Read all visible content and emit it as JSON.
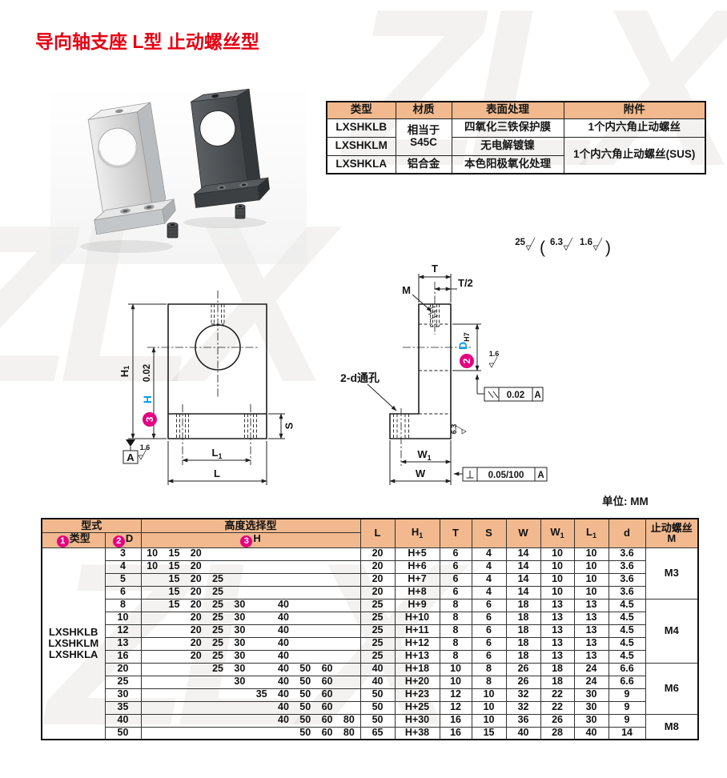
{
  "page": {
    "title": "导向轴支座 L型 止动螺丝型",
    "unit_note": "单位: MM",
    "watermark": "ZLX"
  },
  "spec_table": {
    "headers": {
      "type": "类型",
      "material": "材质",
      "surface": "表面处理",
      "accessory": "附件"
    },
    "types": [
      "LXSHKLB",
      "LXSHKLM",
      "LXSHKLA"
    ],
    "material_steel": "相当于\nS45C",
    "material_alu": "铝合金",
    "surfaces": [
      "四氧化三铁保护膜",
      "无电解镀镍",
      "本色阳极氧化处理"
    ],
    "accessory_1": "1个内六角止动螺丝",
    "accessory_2": "1个内六角止动螺丝(SUS)"
  },
  "drawing": {
    "front": {
      "h1_main": "H",
      "h1_sub": "1",
      "tol": "0.02",
      "h_label": "H",
      "badge3": "3",
      "s_label": "S",
      "l1_main": "L",
      "l1_sub": "1",
      "l_label": "L",
      "datum": "A",
      "rough": "1.6"
    },
    "side": {
      "t_label": "T",
      "t_half": "T/2",
      "m_label": "M",
      "holes_label": "2-d通孔",
      "d_label": "D",
      "d_fit": "H7",
      "badge2": "2",
      "rough1": "1.6",
      "rough2": "6.3",
      "parallel_val": "0.02",
      "parallel_ref": "A",
      "perp_val": "0.05/100",
      "perp_ref": "A",
      "w1_main": "W",
      "w1_sub": "1",
      "w_label": "W"
    },
    "finish_note": {
      "r1": "25",
      "open": "(",
      "r2": "6.3",
      "r3": "1.6",
      "close": ")"
    }
  },
  "dim_table": {
    "header": {
      "type_group": "型式",
      "height_group": "高度选择型",
      "badge1": "1",
      "type_label": "类型",
      "badge2": "2",
      "d_label": "D",
      "badge3": "3",
      "h_label": "H",
      "l_label": "L",
      "h1_main": "H",
      "h1_sub": "1",
      "t_label": "T",
      "s_label": "S",
      "w_label": "W",
      "w1_main": "W",
      "w1_sub": "1",
      "l1_main": "L",
      "l1_sub": "1",
      "d_small": "d",
      "m_label": "止动螺丝\nM"
    },
    "type_cell": "LXSHKLB\nLXSHKLM\nLXSHKLA",
    "rows": [
      {
        "d": "3",
        "h": [
          "10",
          "15",
          "20",
          "",
          "",
          "",
          "",
          "",
          "",
          ""
        ],
        "l": "20",
        "h1": "H+5",
        "t": "6",
        "s": "4",
        "w": "14",
        "w1": "10",
        "l1": "10",
        "dd": "3.6",
        "m": "M3",
        "m_span": 4
      },
      {
        "d": "4",
        "h": [
          "10",
          "15",
          "20",
          "",
          "",
          "",
          "",
          "",
          "",
          ""
        ],
        "l": "20",
        "h1": "H+6",
        "t": "6",
        "s": "4",
        "w": "14",
        "w1": "10",
        "l1": "10",
        "dd": "3.6"
      },
      {
        "d": "5",
        "h": [
          "",
          "15",
          "20",
          "25",
          "",
          "",
          "",
          "",
          "",
          ""
        ],
        "l": "20",
        "h1": "H+7",
        "t": "6",
        "s": "4",
        "w": "14",
        "w1": "10",
        "l1": "10",
        "dd": "3.6"
      },
      {
        "d": "6",
        "h": [
          "",
          "15",
          "20",
          "25",
          "",
          "",
          "",
          "",
          "",
          ""
        ],
        "l": "20",
        "h1": "H+8",
        "t": "6",
        "s": "4",
        "w": "14",
        "w1": "10",
        "l1": "10",
        "dd": "3.6"
      },
      {
        "d": "8",
        "h": [
          "",
          "15",
          "20",
          "25",
          "30",
          "",
          "40",
          "",
          "",
          ""
        ],
        "l": "25",
        "h1": "H+9",
        "t": "8",
        "s": "6",
        "w": "18",
        "w1": "13",
        "l1": "13",
        "dd": "4.5",
        "m": "M4",
        "m_span": 5
      },
      {
        "d": "10",
        "h": [
          "",
          "",
          "20",
          "25",
          "30",
          "",
          "40",
          "",
          "",
          ""
        ],
        "l": "25",
        "h1": "H+10",
        "t": "8",
        "s": "6",
        "w": "18",
        "w1": "13",
        "l1": "13",
        "dd": "4.5"
      },
      {
        "d": "12",
        "h": [
          "",
          "",
          "20",
          "25",
          "30",
          "",
          "40",
          "",
          "",
          ""
        ],
        "l": "25",
        "h1": "H+11",
        "t": "8",
        "s": "6",
        "w": "18",
        "w1": "13",
        "l1": "13",
        "dd": "4.5"
      },
      {
        "d": "13",
        "h": [
          "",
          "",
          "20",
          "25",
          "30",
          "",
          "40",
          "",
          "",
          ""
        ],
        "l": "25",
        "h1": "H+12",
        "t": "8",
        "s": "6",
        "w": "18",
        "w1": "13",
        "l1": "13",
        "dd": "4.5"
      },
      {
        "d": "16",
        "h": [
          "",
          "",
          "20",
          "25",
          "30",
          "",
          "40",
          "",
          "",
          ""
        ],
        "l": "25",
        "h1": "H+13",
        "t": "8",
        "s": "6",
        "w": "18",
        "w1": "13",
        "l1": "13",
        "dd": "4.5"
      },
      {
        "d": "20",
        "h": [
          "",
          "",
          "",
          "25",
          "30",
          "",
          "40",
          "50",
          "60",
          ""
        ],
        "l": "40",
        "h1": "H+18",
        "t": "10",
        "s": "8",
        "w": "26",
        "w1": "18",
        "l1": "24",
        "dd": "6.6",
        "m": "M6",
        "m_span": 4
      },
      {
        "d": "25",
        "h": [
          "",
          "",
          "",
          "",
          "30",
          "",
          "40",
          "50",
          "60",
          ""
        ],
        "l": "40",
        "h1": "H+20",
        "t": "10",
        "s": "8",
        "w": "26",
        "w1": "18",
        "l1": "24",
        "dd": "6.6"
      },
      {
        "d": "30",
        "h": [
          "",
          "",
          "",
          "",
          "",
          "35",
          "40",
          "50",
          "60",
          ""
        ],
        "l": "50",
        "h1": "H+23",
        "t": "12",
        "s": "10",
        "w": "32",
        "w1": "22",
        "l1": "30",
        "dd": "9"
      },
      {
        "d": "35",
        "h": [
          "",
          "",
          "",
          "",
          "",
          "",
          "40",
          "50",
          "60",
          ""
        ],
        "l": "50",
        "h1": "H+25",
        "t": "12",
        "s": "10",
        "w": "32",
        "w1": "22",
        "l1": "30",
        "dd": "9"
      },
      {
        "d": "40",
        "h": [
          "",
          "",
          "",
          "",
          "",
          "",
          "40",
          "50",
          "60",
          "80"
        ],
        "l": "50",
        "h1": "H+30",
        "t": "16",
        "s": "10",
        "w": "36",
        "w1": "26",
        "l1": "30",
        "dd": "9",
        "m": "M8",
        "m_span": 2
      },
      {
        "d": "50",
        "h": [
          "",
          "",
          "",
          "",
          "",
          "",
          "",
          "50",
          "60",
          "80"
        ],
        "l": "65",
        "h1": "H+38",
        "t": "16",
        "s": "15",
        "w": "40",
        "w1": "28",
        "l1": "40",
        "dd": "14"
      }
    ]
  }
}
